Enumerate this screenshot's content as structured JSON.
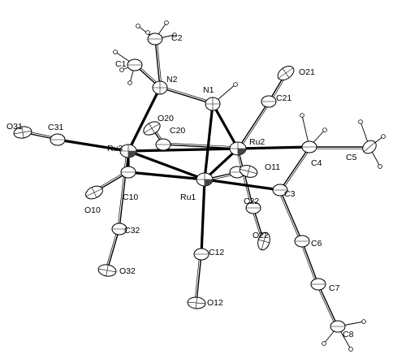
{
  "atoms": [
    {
      "id": "Ru1",
      "label": "Ru1",
      "el": "Ru"
    },
    {
      "id": "Ru2",
      "label": "Ru2",
      "el": "Ru"
    },
    {
      "id": "Ru3",
      "label": "Ru3",
      "el": "Ru"
    },
    {
      "id": "N1",
      "label": "N1",
      "el": "N"
    },
    {
      "id": "N2",
      "label": "N2",
      "el": "N"
    },
    {
      "id": "C1",
      "label": "C1",
      "el": "C"
    },
    {
      "id": "C2",
      "label": "C2",
      "el": "C"
    },
    {
      "id": "C3",
      "label": "C3",
      "el": "C"
    },
    {
      "id": "C4",
      "label": "C4",
      "el": "C"
    },
    {
      "id": "C5",
      "label": "C5",
      "el": "C"
    },
    {
      "id": "C6",
      "label": "C6",
      "el": "C"
    },
    {
      "id": "C7",
      "label": "C7",
      "el": "C"
    },
    {
      "id": "C8",
      "label": "C8",
      "el": "C"
    },
    {
      "id": "C10",
      "label": "C10",
      "el": "C"
    },
    {
      "id": "O10",
      "label": "O10",
      "el": "O"
    },
    {
      "id": "C11",
      "label": "",
      "el": "C"
    },
    {
      "id": "O11",
      "label": "O11",
      "el": "O"
    },
    {
      "id": "C12",
      "label": "C12",
      "el": "C"
    },
    {
      "id": "O12",
      "label": "O12",
      "el": "O"
    },
    {
      "id": "C20",
      "label": "C20",
      "el": "C"
    },
    {
      "id": "O20",
      "label": "O20",
      "el": "O"
    },
    {
      "id": "C21",
      "label": "C21",
      "el": "C"
    },
    {
      "id": "O21",
      "label": "O21",
      "el": "O"
    },
    {
      "id": "C22",
      "label": "C22",
      "el": "C"
    },
    {
      "id": "O22",
      "label": "O22",
      "el": "O"
    },
    {
      "id": "C31",
      "label": "C31",
      "el": "C"
    },
    {
      "id": "O31",
      "label": "O31",
      "el": "O"
    },
    {
      "id": "C32",
      "label": "C32",
      "el": "C"
    },
    {
      "id": "O32",
      "label": "O32",
      "el": "O"
    }
  ],
  "bonds": [
    [
      "Ru1",
      "Ru2"
    ],
    [
      "Ru1",
      "Ru3"
    ],
    [
      "Ru2",
      "Ru3"
    ],
    [
      "Ru1",
      "N1"
    ],
    [
      "Ru2",
      "N1"
    ],
    [
      "Ru3",
      "N2"
    ],
    [
      "N1",
      "N2"
    ],
    [
      "N2",
      "C1"
    ],
    [
      "N2",
      "C2"
    ],
    [
      "Ru2",
      "C4"
    ],
    [
      "Ru1",
      "C3"
    ],
    [
      "C3",
      "C4"
    ],
    [
      "C4",
      "C5"
    ],
    [
      "C3",
      "C6"
    ],
    [
      "C6",
      "C7"
    ],
    [
      "C7",
      "C8"
    ],
    [
      "Ru3",
      "C10"
    ],
    [
      "Ru1",
      "C10"
    ],
    [
      "C10",
      "O10"
    ],
    [
      "Ru1",
      "C11"
    ],
    [
      "C11",
      "O11"
    ],
    [
      "Ru1",
      "C12"
    ],
    [
      "C12",
      "O12"
    ],
    [
      "Ru2",
      "C20"
    ],
    [
      "C20",
      "O20"
    ],
    [
      "Ru2",
      "C21"
    ],
    [
      "C21",
      "O21"
    ],
    [
      "Ru2",
      "C22"
    ],
    [
      "C22",
      "O22"
    ],
    [
      "Ru3",
      "C31"
    ],
    [
      "C31",
      "O31"
    ],
    [
      "Ru3",
      "C32"
    ],
    [
      "C32",
      "O32"
    ]
  ],
  "metal_bonds": [
    [
      "Ru1",
      "Ru2"
    ],
    [
      "Ru1",
      "Ru3"
    ],
    [
      "Ru2",
      "Ru3"
    ],
    [
      "Ru1",
      "N1"
    ],
    [
      "Ru2",
      "N1"
    ],
    [
      "Ru3",
      "N2"
    ],
    [
      "Ru2",
      "C4"
    ],
    [
      "Ru1",
      "C3"
    ],
    [
      "Ru3",
      "C31"
    ],
    [
      "Ru1",
      "C12"
    ],
    [
      "Ru3",
      "C10"
    ],
    [
      "Ru1",
      "C10"
    ]
  ]
}
